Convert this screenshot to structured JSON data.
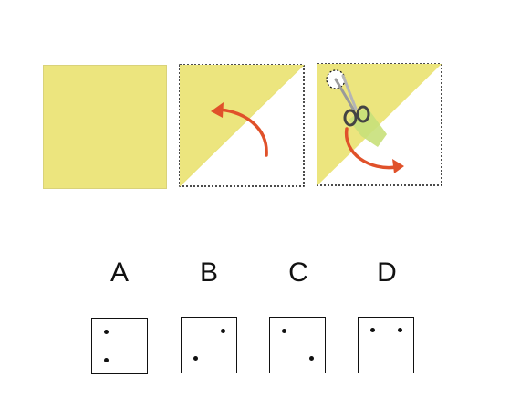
{
  "colors": {
    "paper": "#ece57e",
    "arrow": "#e0512a",
    "border": "#111111"
  },
  "steps": [
    {
      "name": "square-paper",
      "icon": "square-paper-icon"
    },
    {
      "name": "folded-triangle",
      "icon": "fold-arrow-icon"
    },
    {
      "name": "punched-hole",
      "icon": "scissors-icon"
    }
  ],
  "options": [
    {
      "label": "A",
      "holes": [
        "left-top",
        "left-bottom"
      ]
    },
    {
      "label": "B",
      "holes": [
        "right-top",
        "left-bottom"
      ]
    },
    {
      "label": "C",
      "holes": [
        "left-top",
        "right-bottom"
      ]
    },
    {
      "label": "D",
      "holes": [
        "left-top",
        "right-top"
      ]
    }
  ]
}
